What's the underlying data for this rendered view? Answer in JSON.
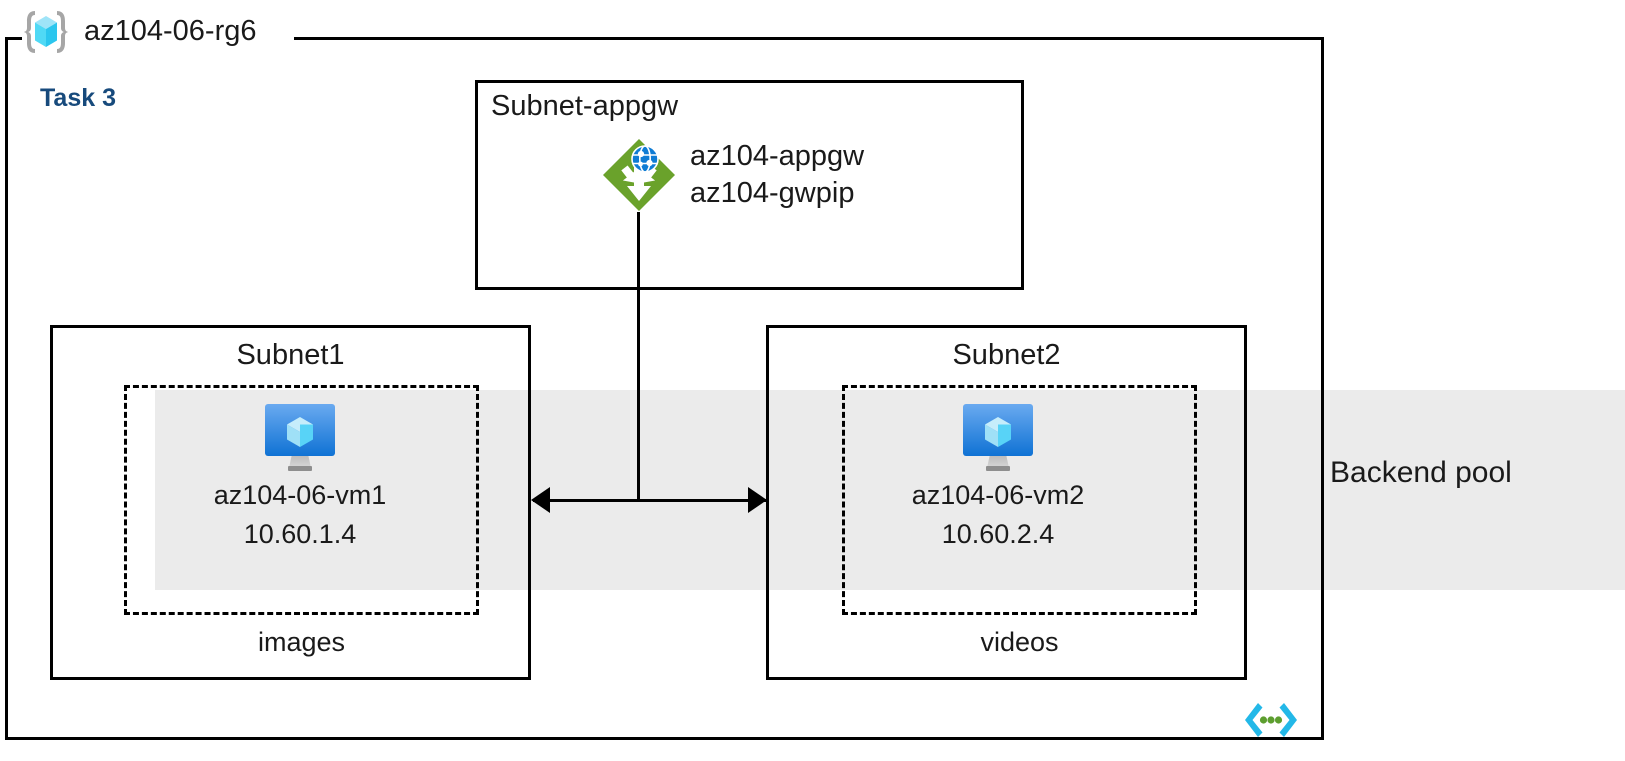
{
  "diagram": {
    "resource_group": {
      "name": "az104-06-rg6",
      "icon": "resource-group-cube-icon"
    },
    "task_label": "Task 3",
    "task_color": "#174a7c",
    "backend_pool": {
      "label": "Backend pool",
      "band_color": "#ebebeb"
    },
    "subnets": [
      {
        "id": "appgw",
        "title": "Subnet-appgw",
        "resources": [
          {
            "icon": "application-gateway-icon",
            "icon_color": "#6aa22b",
            "lines": [
              "az104-appgw",
              "az104-gwpip"
            ]
          }
        ]
      },
      {
        "id": "subnet1",
        "title": "Subnet1",
        "caption": "images",
        "vm": {
          "icon": "virtual-machine-icon",
          "name": "az104-06-vm1",
          "ip": "10.60.1.4"
        }
      },
      {
        "id": "subnet2",
        "title": "Subnet2",
        "caption": "videos",
        "vm": {
          "icon": "virtual-machine-icon",
          "name": "az104-06-vm2",
          "ip": "10.60.2.4"
        }
      }
    ],
    "connectors": [
      {
        "id": "appgw-to-backend",
        "type": "vertical-line"
      },
      {
        "id": "subnet1-subnet2-link",
        "type": "double-arrow"
      }
    ],
    "footer_icon": "code-brackets-icon"
  }
}
